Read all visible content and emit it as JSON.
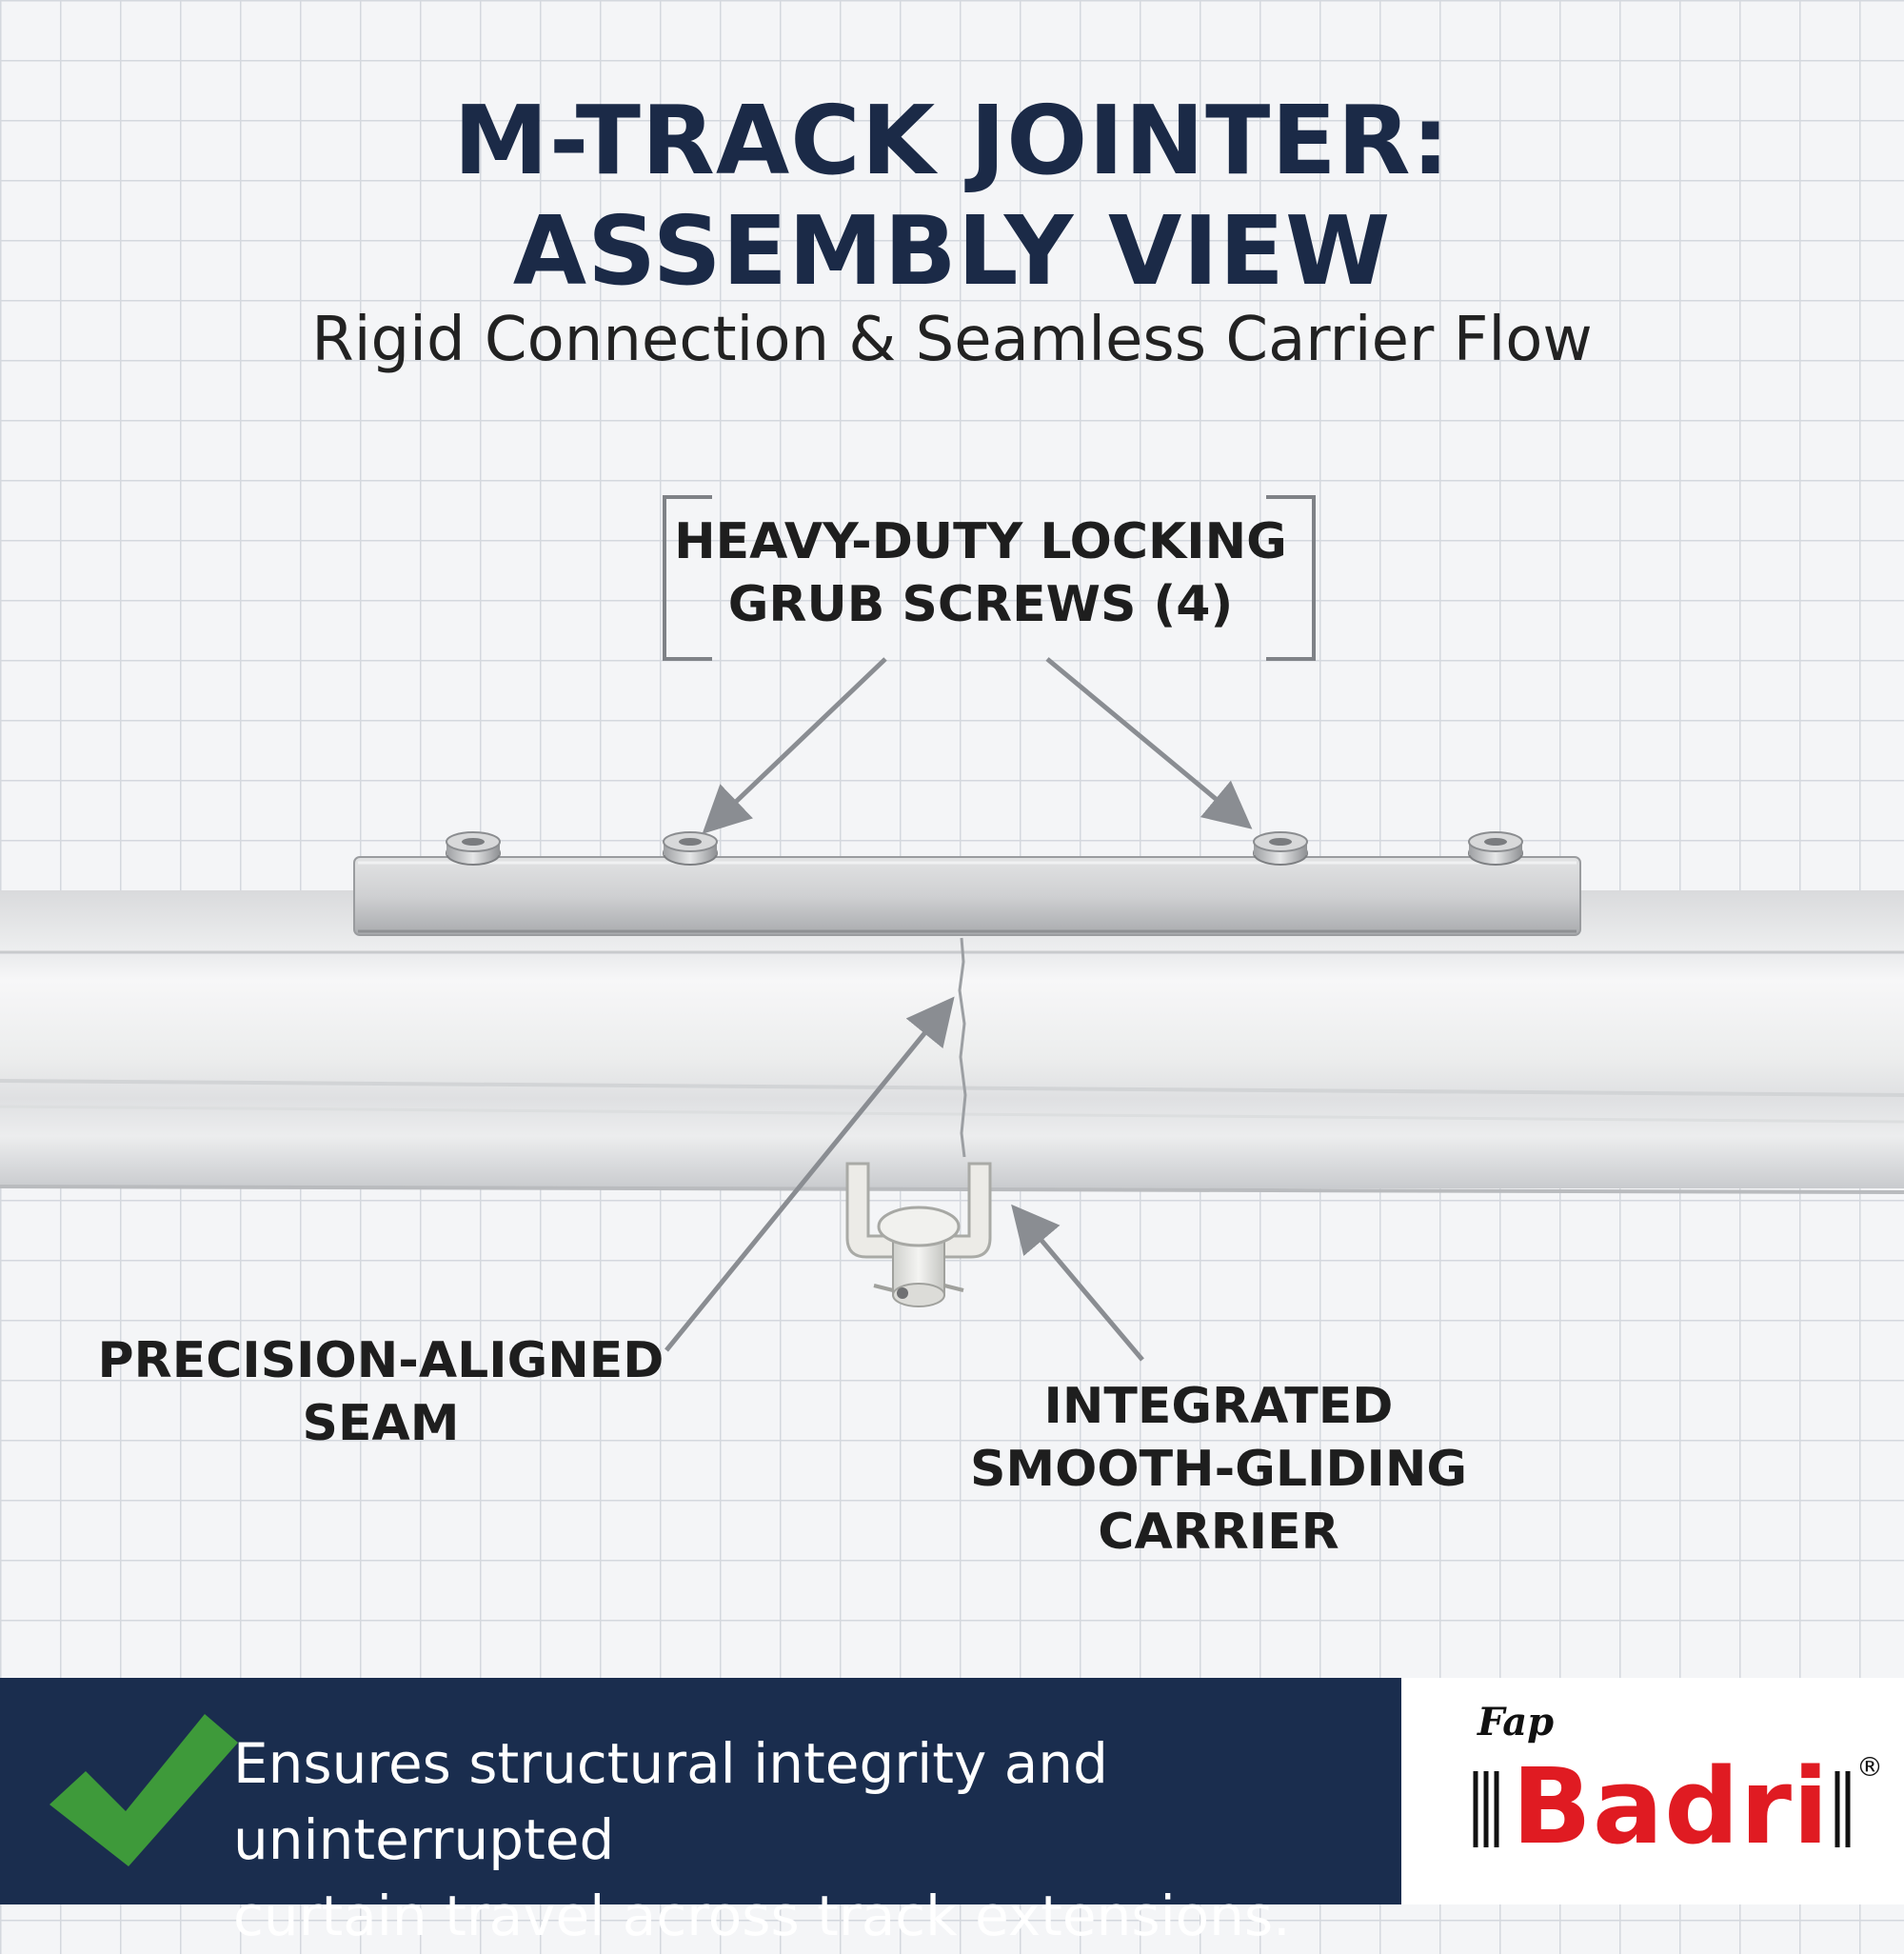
{
  "header": {
    "title_line1": "M-TRACK JOINTER:",
    "title_line2": "ASSEMBLY VIEW",
    "subtitle": "Rigid Connection & Seamless Carrier Flow"
  },
  "callouts": {
    "screws_line1": "HEAVY-DUTY LOCKING",
    "screws_line2": "GRUB SCREWS (4)",
    "seam_line1": "PRECISION-ALIGNED",
    "seam_line2": "SEAM",
    "carrier_line1": "INTEGRATED",
    "carrier_line2": "SMOOTH-GLIDING",
    "carrier_line3": "CARRIER"
  },
  "banner": {
    "line1": "Ensures structural integrity and uninterrupted",
    "line2": "curtain travel across track extensions.",
    "icon": "checkmark-icon"
  },
  "logo": {
    "script": "Fap",
    "brand": "Badri",
    "mark": "®"
  },
  "colors": {
    "title": "#1b2a47",
    "banner_bg": "#1a2d4e",
    "check": "#3e9a3a",
    "logo_red": "#e01b22",
    "arrow": "#8a8d92"
  }
}
